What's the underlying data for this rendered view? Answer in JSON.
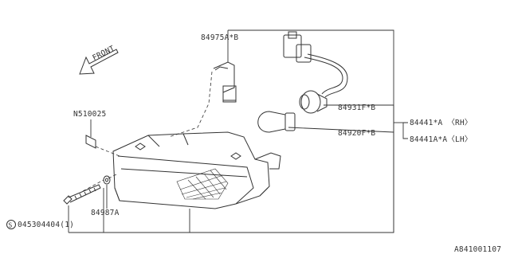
{
  "labels": {
    "front": "FRONT",
    "holder": "84975A*B",
    "clip": "N510025",
    "socket": "84931F*B",
    "bulb": "84920F*B",
    "lamp_rh": "84441*A 〈RH〉",
    "lamp_lh": "84441A*A〈LH〉",
    "grommet": "84987A",
    "screw_code": "045304404(1)",
    "screw_symbol": "S",
    "diagram_id": "A841001107"
  }
}
